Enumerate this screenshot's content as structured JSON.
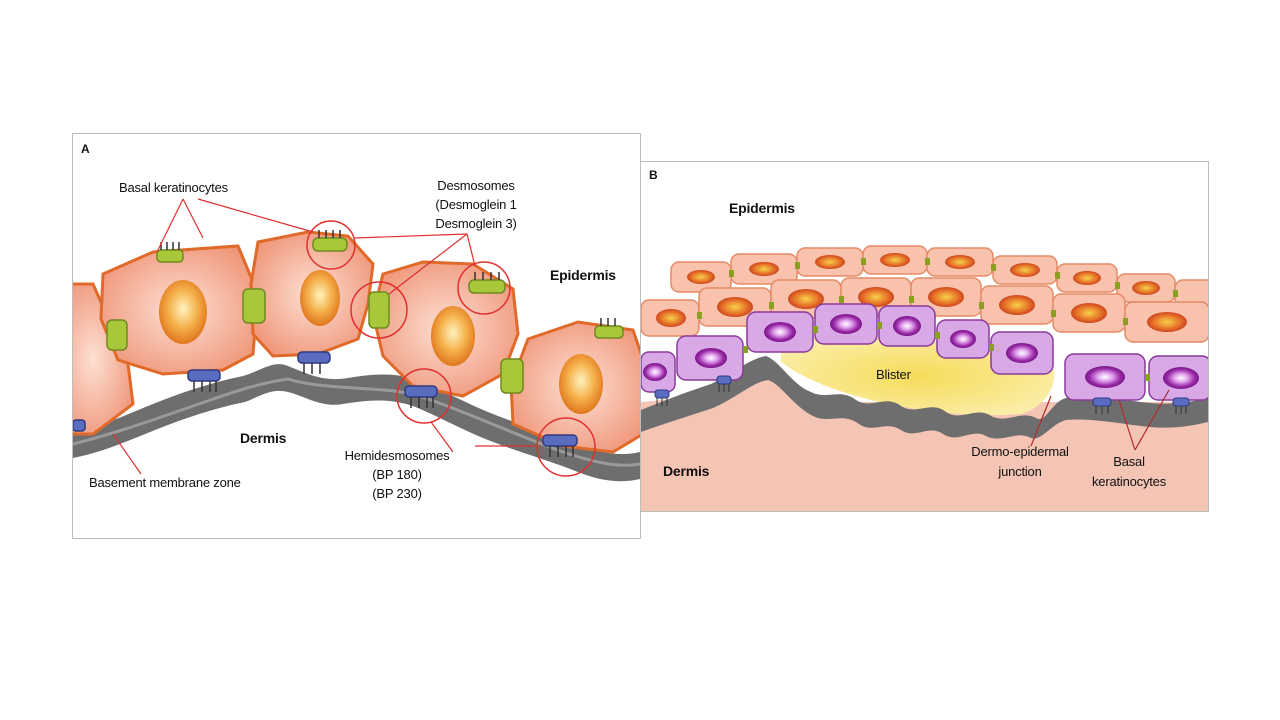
{
  "panel_a": {
    "letter": "A",
    "labels": {
      "basal_keratinocytes": "Basal keratinocytes",
      "desmosomes": "Desmosomes",
      "desmoglein1": "(Desmoglein 1",
      "desmoglein3": "Desmoglein 3)",
      "epidermis": "Epidermis",
      "dermis": "Dermis",
      "hemidesmosomes": "Hemidesmosomes",
      "bp180": "(BP 180)",
      "bp230": "(BP 230)",
      "basement_membrane_zone": "Basement membrane zone"
    }
  },
  "panel_b": {
    "letter": "B",
    "labels": {
      "epidermis": "Epidermis",
      "blister": "Blister",
      "dermis": "Dermis",
      "dermo_epidermal_line1": "Dermo-epidermal",
      "dermo_epidermal_line2": "junction",
      "basal_line1": "Basal",
      "basal_line2": "keratinocytes"
    }
  },
  "colors": {
    "cell_fill": "#f4a98e",
    "cell_outline": "#e06a2a",
    "nucleus": "#f0a030",
    "desmosome": "#a8c83a",
    "hemidesmosome": "#5a6cc0",
    "membrane": "#7a7a7a",
    "annotation_line": "#e03030",
    "basal_cell_purple": "#c58ad8",
    "blister": "#f6dc5a",
    "dermis": "#f4c4b4"
  }
}
